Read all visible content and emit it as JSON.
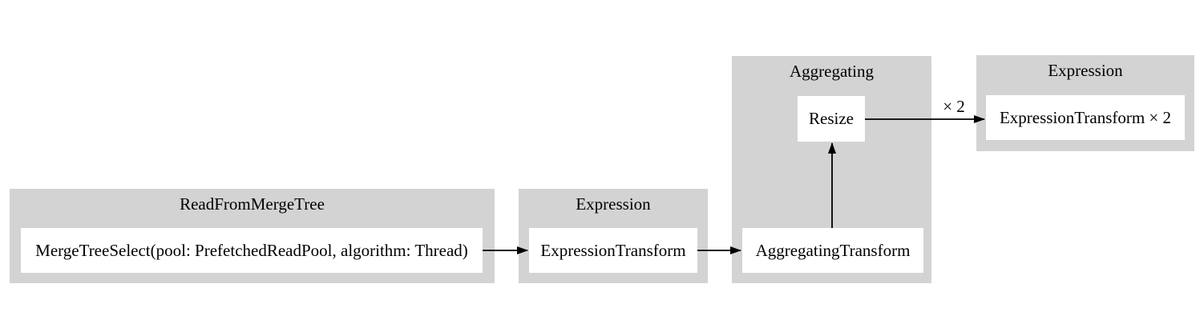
{
  "diagram": {
    "type": "pipeline-graph",
    "colors": {
      "background": "#ffffff",
      "cluster_fill": "#d3d3d3",
      "node_fill": "#ffffff",
      "text": "#000000",
      "edge": "#000000"
    },
    "clusters": [
      {
        "label": "ReadFromMergeTree",
        "nodes": [
          {
            "label": "MergeTreeSelect(pool: PrefetchedReadPool, algorithm: Thread)"
          }
        ]
      },
      {
        "label": "Expression",
        "nodes": [
          {
            "label": "ExpressionTransform"
          }
        ]
      },
      {
        "label": "Aggregating",
        "nodes": [
          {
            "label": "Resize"
          },
          {
            "label": "AggregatingTransform"
          }
        ]
      },
      {
        "label": "Expression",
        "nodes": [
          {
            "label": "ExpressionTransform × 2"
          }
        ]
      }
    ],
    "edges": [
      {
        "from": "MergeTreeSelect(pool: PrefetchedReadPool, algorithm: Thread)",
        "to": "ExpressionTransform",
        "label": ""
      },
      {
        "from": "ExpressionTransform",
        "to": "AggregatingTransform",
        "label": ""
      },
      {
        "from": "AggregatingTransform",
        "to": "Resize",
        "label": ""
      },
      {
        "from": "Resize",
        "to": "ExpressionTransform × 2",
        "label": "× 2"
      }
    ]
  }
}
